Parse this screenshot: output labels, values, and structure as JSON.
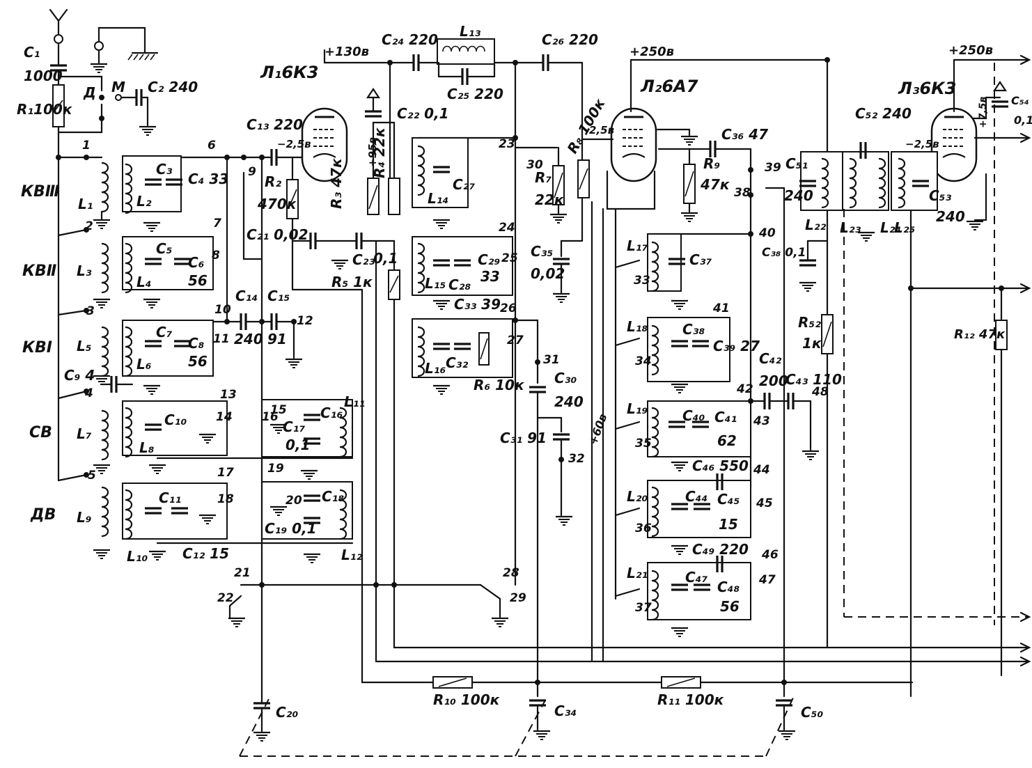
{
  "tubes": [
    {
      "id": "L1",
      "label": "Л₁6К3"
    },
    {
      "id": "L2",
      "label": "Л₂6А7"
    },
    {
      "id": "L3",
      "label": "Л₃6К3"
    }
  ],
  "bands": [
    "КВⅢ",
    "КВⅡ",
    "КВⅠ",
    "СВ",
    "ДВ"
  ],
  "rails": {
    "v130": "+130в",
    "v250a": "+250в",
    "v250b": "+250в",
    "v60": "+60в",
    "v95": "+95в",
    "v75": "+7,5в",
    "m25a": "−2,5в",
    "m25b": "2,5в",
    "m25c": "−2,5в"
  },
  "labels": {
    "c1": "С₁",
    "c1v": "1000",
    "r1": "R₁100к",
    "d": "Д",
    "m": "М",
    "c2": "С₂ 240",
    "c3": "С₃",
    "c4": "С₄ 33",
    "c5": "С₅",
    "c6": "С₆",
    "c6v": "56",
    "c7": "С₇",
    "c8": "С₈",
    "c8v": "56",
    "c9": "С₉ 4",
    "c10": "С₁₀",
    "c11": "С₁₁",
    "c12": "С₁₂ 15",
    "c13": "С₁₃ 220",
    "c14": "С₁₄",
    "c14v": "240",
    "c15": "С₁₅",
    "c15v": "91",
    "c16": "С₁₆",
    "c17": "С₁₇",
    "c17v": "0,1",
    "c18": "С₁₈",
    "c19": "С₁₉ 0,1",
    "c20": "С₂₀",
    "c21": "С₂₁ 0,02",
    "c22": "С₂₂ 0,1",
    "c23": "С₂₃",
    "c24": "С₂₄ 220",
    "c25": "С₂₅ 220",
    "c26": "С₂₆ 220",
    "c27": "С₂₇",
    "c28": "С₂₈",
    "c29": "С₂₉",
    "c29v": "33",
    "c30": "С₃₀",
    "c30v": "240",
    "c31": "С₃₁ 91",
    "c32": "С₃₂",
    "c33": "С₃₃ 39",
    "c34": "С₃₄",
    "c35": "С₃₅",
    "c35v": "0,02",
    "c36": "С₃₆ 47",
    "c37": "С₃₇",
    "c38": "С₃₈",
    "c39": "С₃₉ 27",
    "c40": "С₄₀",
    "c41": "С₄₁",
    "c41v": "62",
    "c42": "С₄₂",
    "c42v": "200",
    "c43": "С₄₃ 110",
    "c44": "С₄₄",
    "c45": "С₄₅",
    "c45v": "15",
    "c46": "С₄₆ 550",
    "c47": "С₄₇",
    "c48": "С₄₈",
    "c48v": "56",
    "c49": "С₄₉ 220",
    "c50": "С₅₀",
    "c51": "С₅₁",
    "c51v": "240",
    "c52": "С₅₂ 240",
    "c53": "С₅₃",
    "c53v": "240",
    "c54": "С₅₄",
    "c54v": "0,1",
    "c38b": "С₃₈ 0,1",
    "r2": "R₂",
    "r2v": "470к",
    "r3": "R₃ 47к",
    "r4": "R₄ 22к",
    "r5": "R₅ 1к",
    "r5v": "0,1",
    "r6": "R₆ 10к",
    "r7": "R₇",
    "r7v": "22к",
    "r8": "R₈ 100к",
    "r9": "R₉",
    "r9v": "47к",
    "r10": "R₁₀ 100к",
    "r11": "R₁₁ 100к",
    "r12": "R₁₂ 47к",
    "r52": "R₅₂",
    "r52v": "1к",
    "l1": "L₁",
    "l2": "L₂",
    "l3": "L₃",
    "l4": "L₄",
    "l5": "L₅",
    "l6": "L₆",
    "l7": "L₇",
    "l8": "L₈",
    "l9": "L₉",
    "l10": "L₁₀",
    "l11": "L₁₁",
    "l12": "L₁₂",
    "l13": "L₁₃",
    "l14": "L₁₄",
    "l15": "L₁₅",
    "l16": "L₁₆",
    "l17": "L₁₇",
    "l18": "L₁₈",
    "l19": "L₁₉",
    "l20": "L₂₀",
    "l21": "L₂₁",
    "l22": "L₂₂",
    "l23": "L₂₃",
    "l24": "L₂₄",
    "l25": "L₂₅"
  },
  "nodes": [
    "1",
    "2",
    "3",
    "4",
    "5",
    "6",
    "7",
    "8",
    "9",
    "10",
    "11",
    "12",
    "13",
    "14",
    "15",
    "16",
    "17",
    "18",
    "19",
    "20",
    "21",
    "22",
    "23",
    "24",
    "25",
    "26",
    "27",
    "28",
    "29",
    "30",
    "31",
    "32",
    "33",
    "34",
    "35",
    "36",
    "37",
    "38",
    "39",
    "40",
    "41",
    "42",
    "43",
    "44",
    "45",
    "46",
    "47",
    "48"
  ]
}
